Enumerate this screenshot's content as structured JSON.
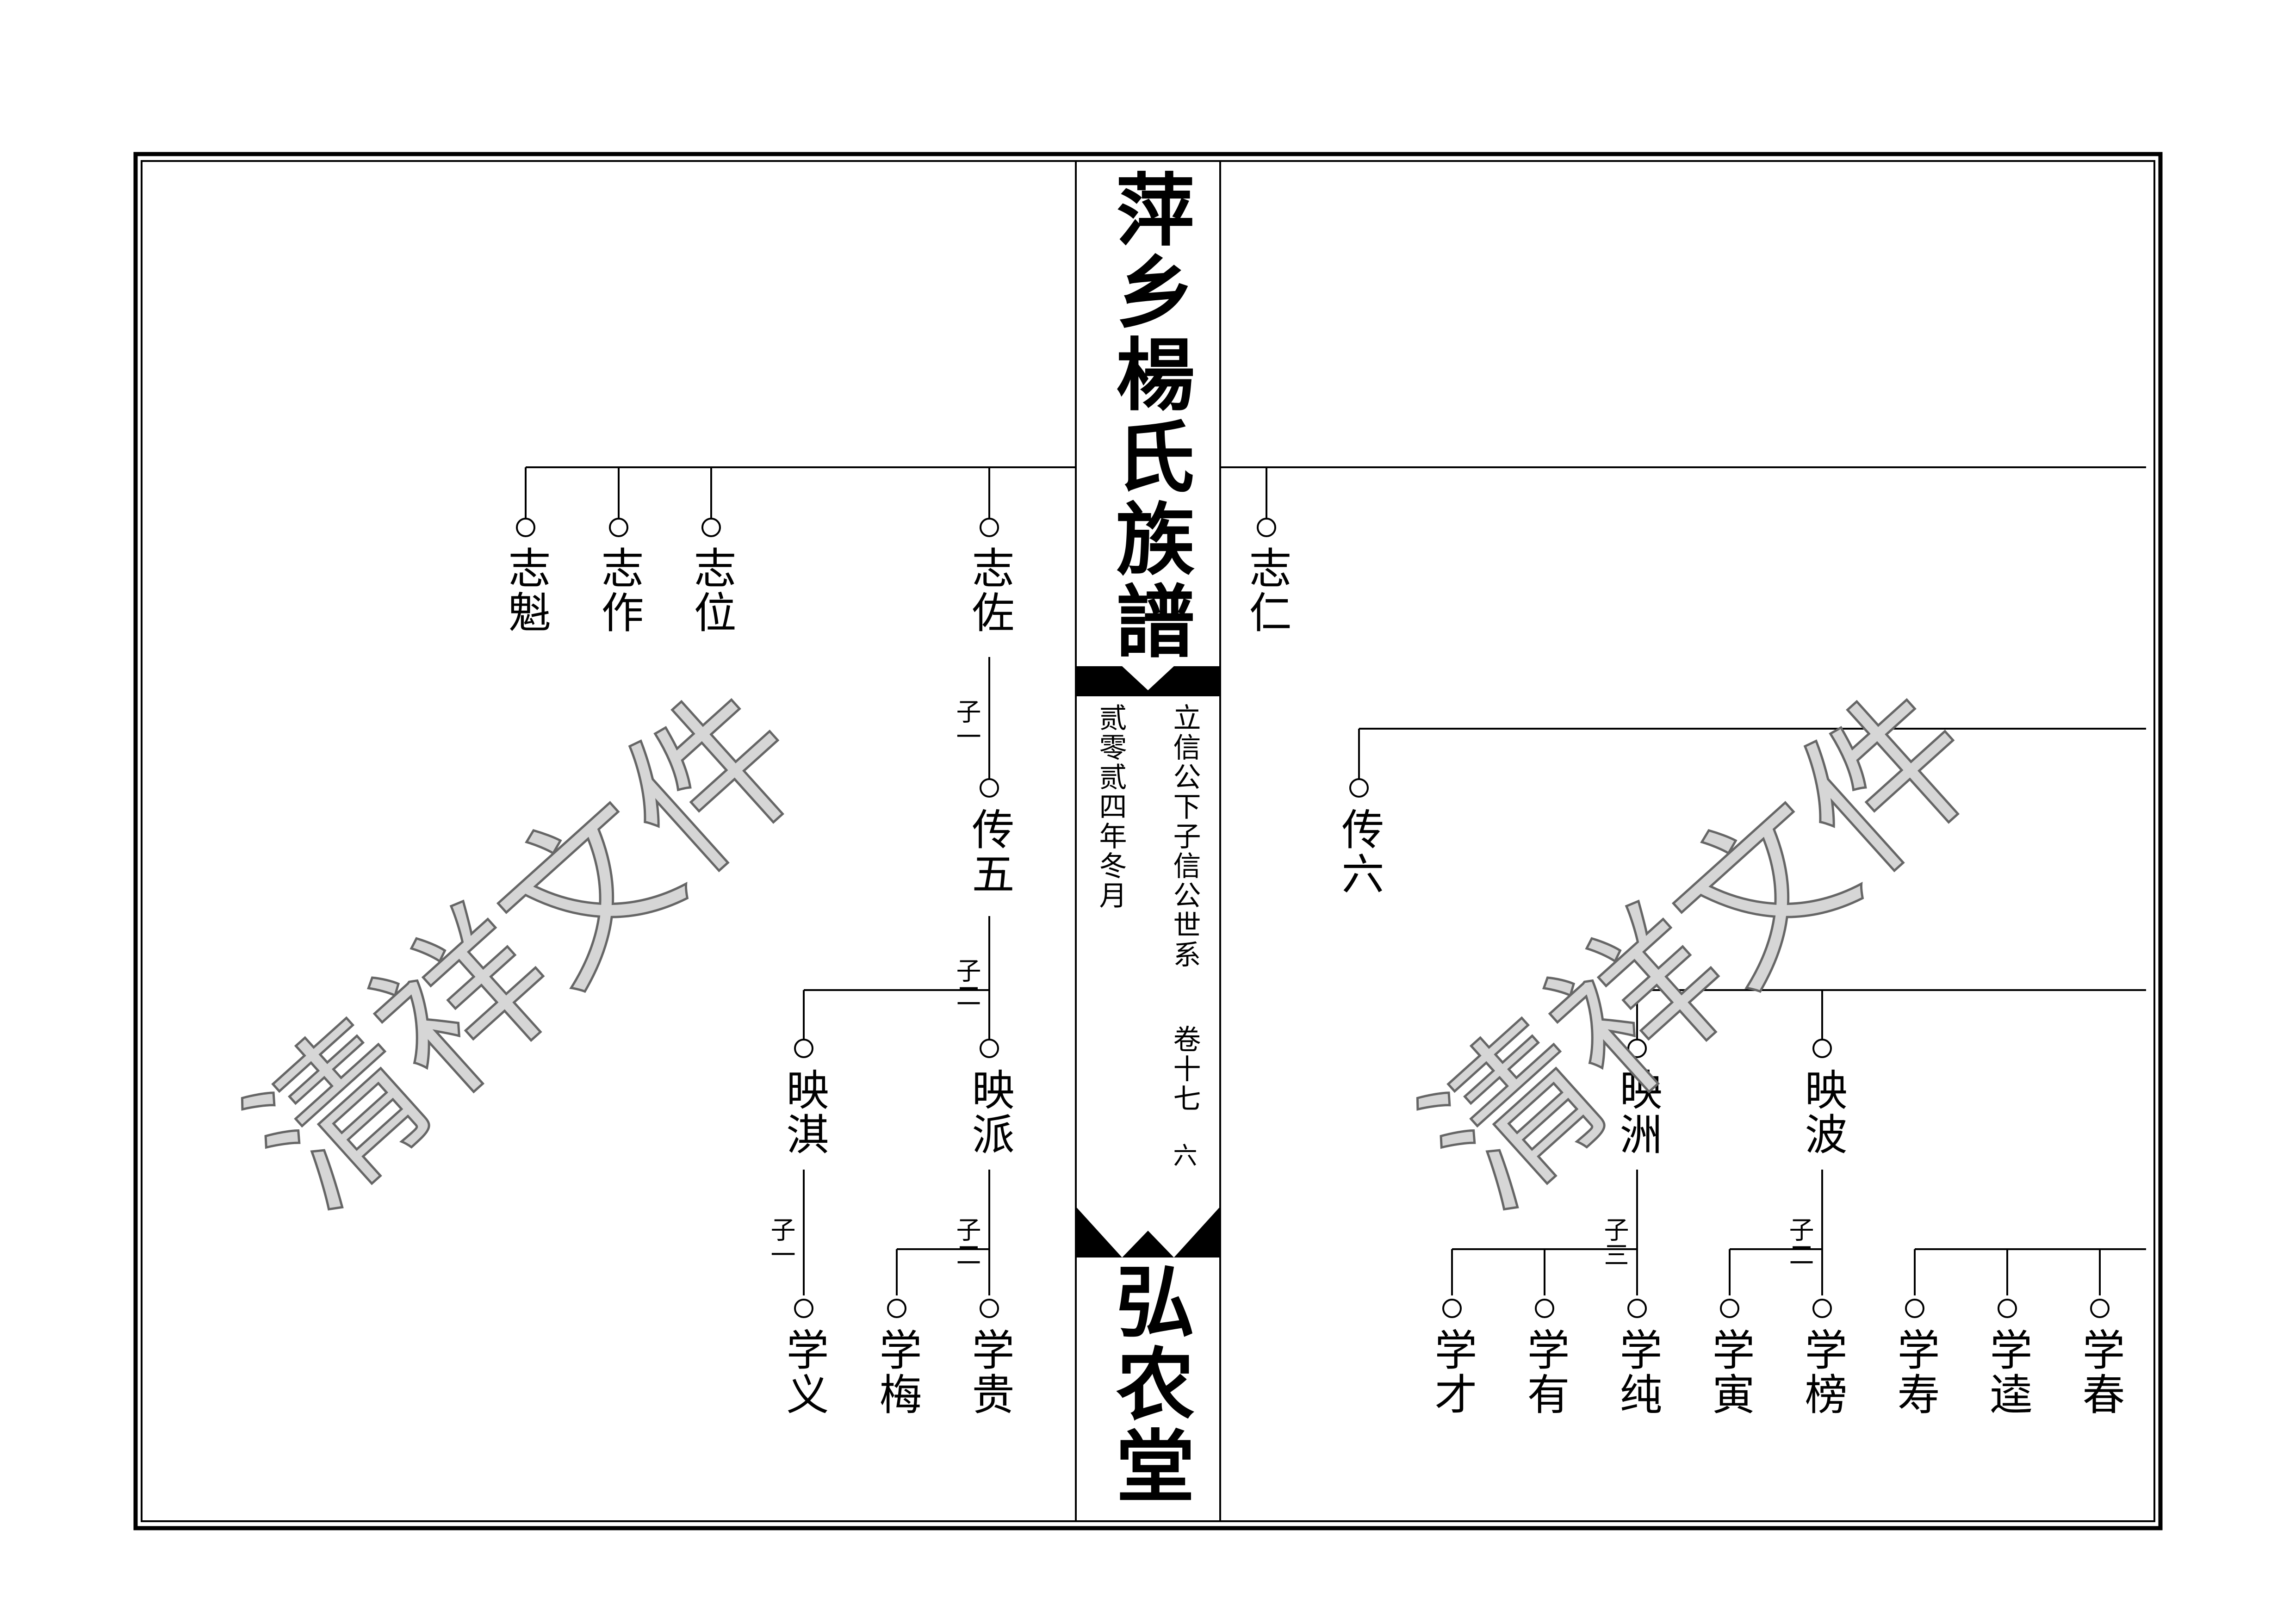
{
  "title_top": "萍乡楊氏族譜",
  "title_bottom": "弘农堂",
  "spine": {
    "lineage": "立信公下子信公世系",
    "volume": "卷十七",
    "page": "六",
    "date": "贰零贰四年冬月"
  },
  "watermark": "清祥文件",
  "left": {
    "gen1": [
      "志魁",
      "志作",
      "志位",
      "志佐"
    ],
    "label_zhizuo": "子一",
    "gen2": "传五",
    "label_chuanwu": "子二",
    "gen3": [
      "映淇",
      "映派"
    ],
    "label_yingqi": "子一",
    "label_yingpai": "子二",
    "gen4": [
      "学义",
      "学梅",
      "学贵"
    ]
  },
  "right": {
    "gen1": "志仁",
    "gen2": "传六",
    "gen3": [
      "映洲",
      "映波"
    ],
    "label_yingzhou": "子三",
    "label_yingbo": "子二",
    "gen4": [
      "学才",
      "学有",
      "学纯",
      "学寅",
      "学榜",
      "学寿",
      "学逵",
      "学春"
    ]
  },
  "colors": {
    "ink": "#000000",
    "watermark_fill": "#d6d6d6",
    "watermark_stroke": "#666666"
  }
}
